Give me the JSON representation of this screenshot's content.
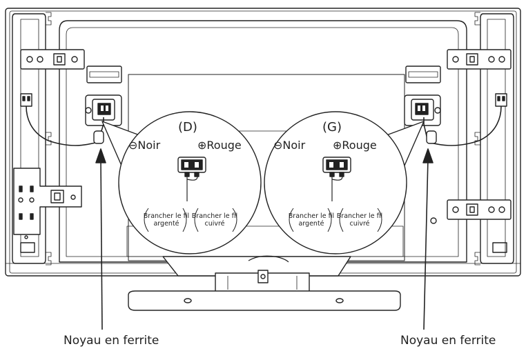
{
  "left_detail": {
    "channel": "(D)",
    "negative": "⊖Noir",
    "positive": "⊕Rouge",
    "note_silver": "Brancher le fil argenté",
    "note_copper": "Brancher le fil cuivré"
  },
  "right_detail": {
    "channel": "(G)",
    "negative": "⊖Noir",
    "positive": "⊕Rouge",
    "note_silver": "Brancher le fil argenté",
    "note_copper": "Brancher le fil cuivré"
  },
  "callouts": {
    "ferrite_left": "Noyau en ferrite",
    "ferrite_right": "Noyau en ferrite"
  }
}
